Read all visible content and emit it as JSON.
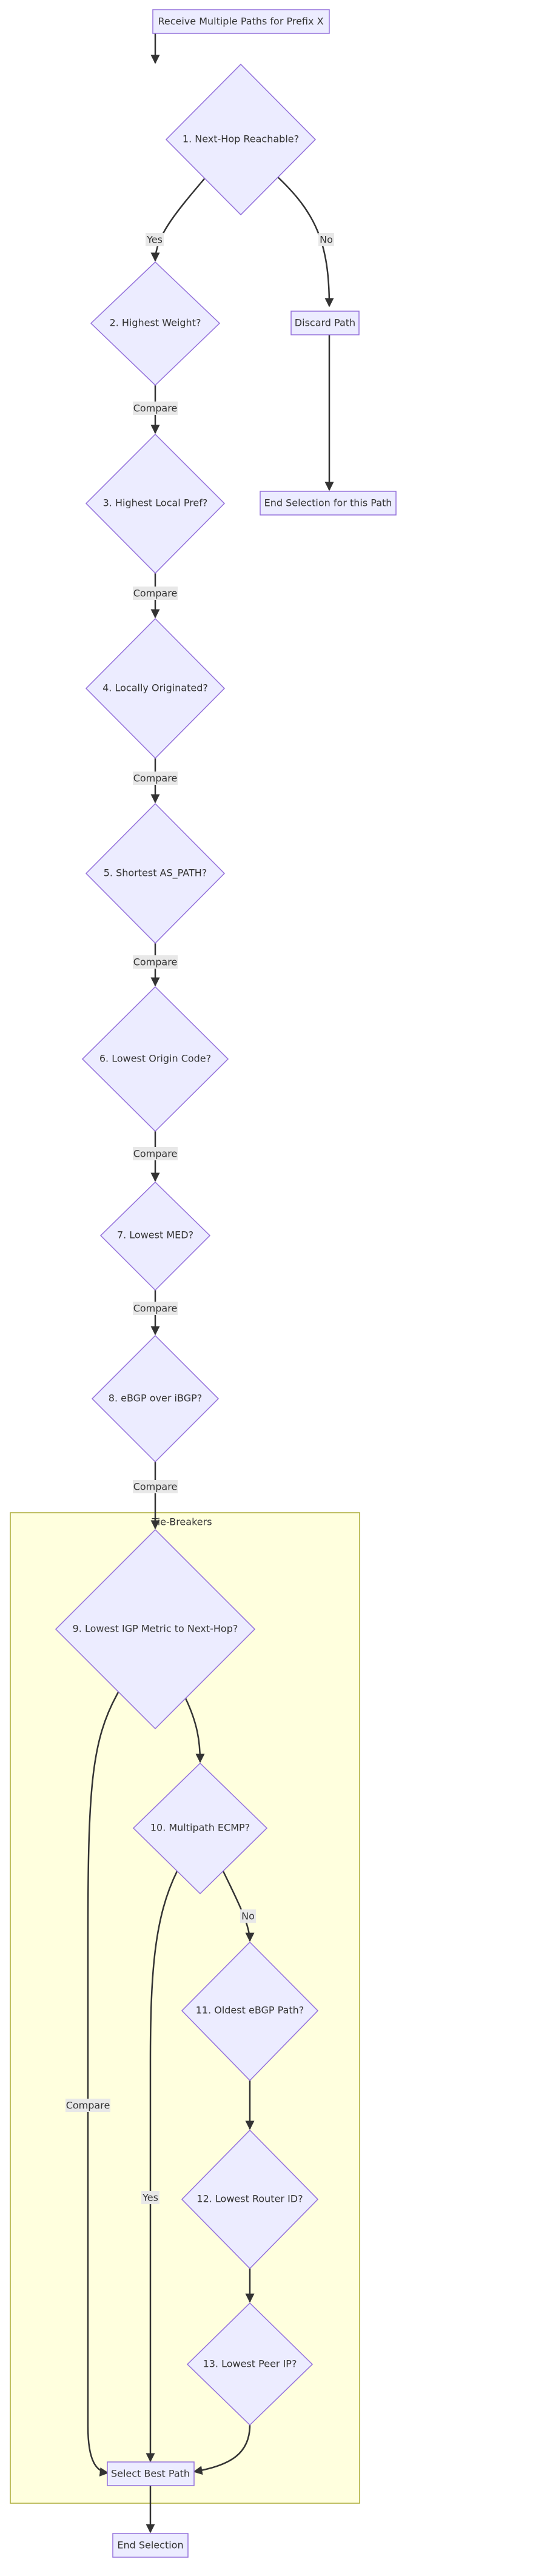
{
  "colors": {
    "node_fill": "#ECECFF",
    "node_stroke": "#9370DB",
    "cluster_fill": "#ffffde",
    "cluster_stroke": "#aaaa33",
    "edge": "#333333"
  },
  "nodes": {
    "start": "Receive Multiple Paths for Prefix X",
    "n1": "1. Next-Hop Reachable?",
    "discard": "Discard Path",
    "end_path": "End Selection for this Path",
    "n2": "2. Highest Weight?",
    "n3": "3. Highest Local Pref?",
    "n4": "4. Locally Originated?",
    "n5": "5. Shortest AS_PATH?",
    "n6": "6. Lowest Origin Code?",
    "n7": "7. Lowest MED?",
    "n8": "8. eBGP over iBGP?",
    "n9": "9. Lowest IGP Metric to Next-Hop?",
    "n10": "10. Multipath ECMP?",
    "n11": "11. Oldest eBGP Path?",
    "n12": "12. Lowest Router ID?",
    "n13": "13. Lowest Peer IP?",
    "select": "Select Best Path",
    "end": "End Selection"
  },
  "cluster_label": "Tie-Breakers",
  "edge_labels": {
    "yes": "Yes",
    "no": "No",
    "compare": "Compare"
  }
}
